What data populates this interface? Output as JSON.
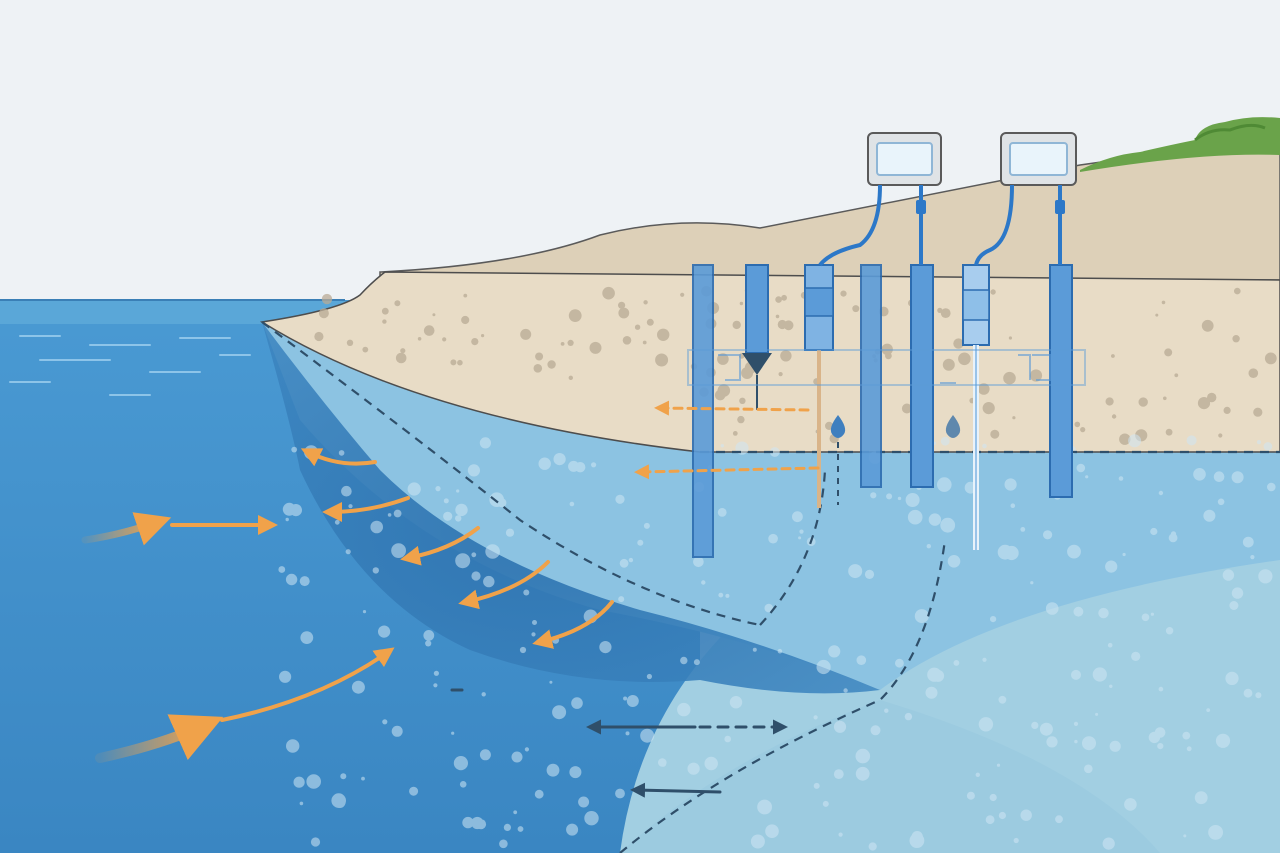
{
  "diagram": {
    "type": "coastal-aquifer-cross-section",
    "labels": [],
    "colors": {
      "sky": "#eef2f5",
      "sea_surface": "#5aa7d8",
      "sea": "#3f8fca",
      "sea_deep": "#3a86c2",
      "beach_sand": "#e8dcc6",
      "dune_sand": "#ddd0b8",
      "saturated_sand": "#8cc3e2",
      "mixing_zone": "#3b80bb",
      "freshwater_zone": "#a2cfe2",
      "vegetation": "#6aa34a",
      "well_casing": "#5b9bd8",
      "well_outline": "#2c6cb0",
      "flow_arrow": "#f0a24a",
      "return_arrow": "#2f4f6a",
      "logger_box": "#dfe3e6"
    },
    "components": {
      "monitoring_wells": 7,
      "data_loggers": 2,
      "sea_flow_arrows": 3,
      "mixing_zone_flow_arrows": 5,
      "seepage_arrows": 2,
      "return_flow_arrows": 2
    }
  }
}
